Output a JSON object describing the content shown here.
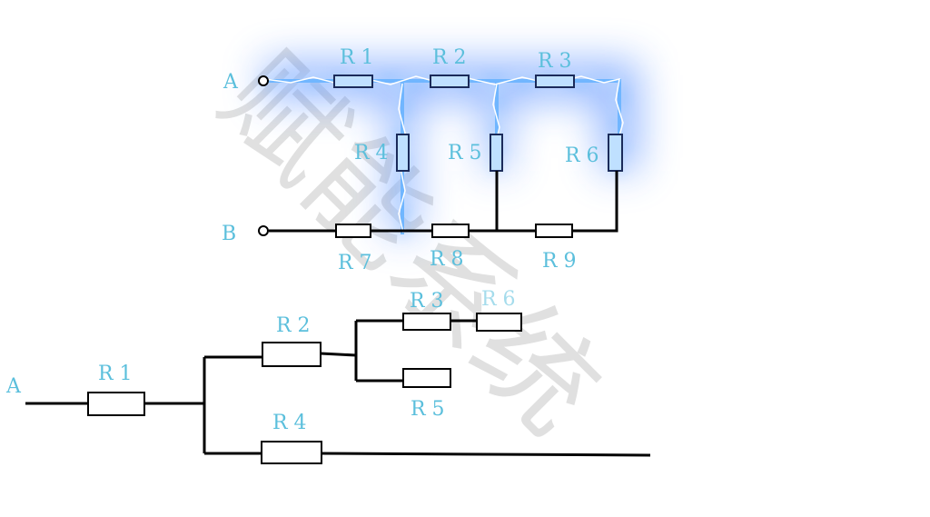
{
  "colors": {
    "label": "#5bbfdc",
    "glow": "#3a7bff",
    "glow_core": "#e8f4ff",
    "wire": "#000000",
    "watermark": "#c8c8c8"
  },
  "top_circuit": {
    "terminal_a": "A",
    "terminal_b": "B",
    "r1": "R 1",
    "r2": "R 2",
    "r3": "R 3",
    "r4": "R 4",
    "r5": "R 5",
    "r6": "R 6",
    "r7": "R 7",
    "r8": "R 8",
    "r9": "R 9"
  },
  "bottom_circuit": {
    "terminal_a": "A",
    "r1": "R 1",
    "r2": "R 2",
    "r3": "R 3",
    "r4": "R 4",
    "r5": "R 5",
    "r6": "R 6"
  },
  "watermark": {
    "text": "赋能系统"
  }
}
